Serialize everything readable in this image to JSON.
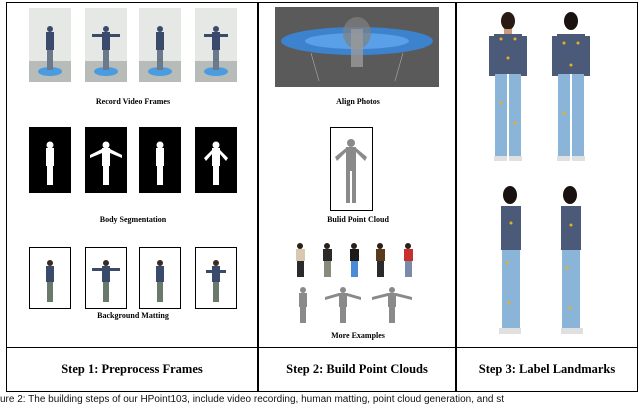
{
  "steps": [
    {
      "title": "Step 1: Preprocess Frames",
      "substeps": [
        "Record Video Frames",
        "Body Segmentation",
        "Background Matting"
      ]
    },
    {
      "title": "Step 2: Build Point Clouds",
      "substeps": [
        "Align Photos",
        "Bulid Point Cloud",
        "More Examples"
      ]
    },
    {
      "title": "Step 3: Label Landmarks",
      "substeps": []
    }
  ],
  "caption": "ure 2: The building steps of our HPoint103, include video recording, human matting, point cloud generation, and st",
  "colors": {
    "platform": "#4a9be0",
    "denim": "#8ab4d8",
    "jacket": "#4a5a78",
    "landmark": "#e8b020",
    "cloud": "#8a8a8a"
  }
}
